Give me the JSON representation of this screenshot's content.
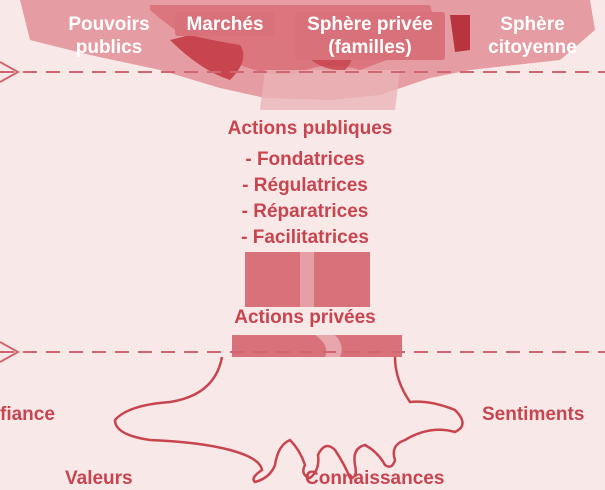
{
  "crown": {
    "pouvoirs_publics": [
      "Pouvoirs",
      "publics"
    ],
    "marches": "Marchés",
    "sphere_privee": [
      "Sphère privée",
      "(familles)"
    ],
    "sphere_citoyenne": [
      "Sphère",
      "citoyenne"
    ]
  },
  "trunk": {
    "actions_publiques": "Actions publiques",
    "items": [
      "- Fondatrices",
      "- Régulatrices",
      "- Réparatrices",
      "- Facilitatrices"
    ],
    "actions_privees": "Actions privées"
  },
  "roots": {
    "confiance": "fiance",
    "sentiments": "Sentiments",
    "valeurs": "Valeurs",
    "connaissances": "Connaissances"
  },
  "colors": {
    "background": "#f9e8e8",
    "tree_dark": "#c8454f",
    "tree_mid": "#d9717a",
    "tree_light": "#eab4b8",
    "dash_line": "#cf6670"
  }
}
